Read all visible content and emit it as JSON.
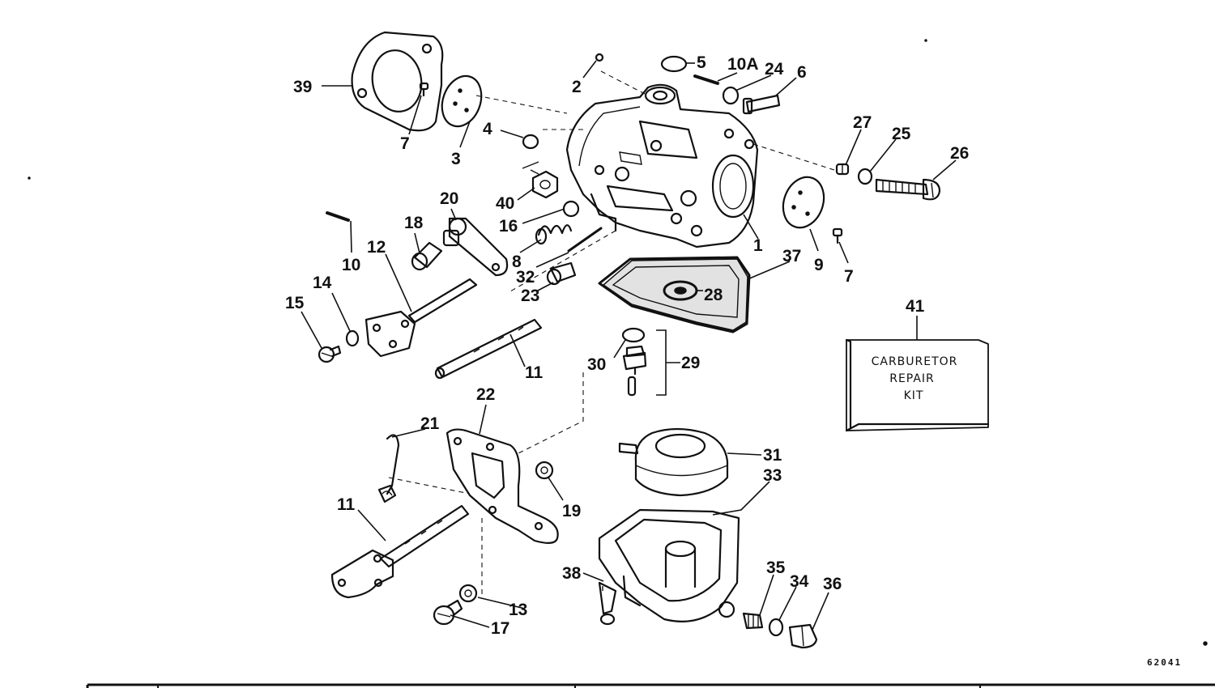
{
  "callouts": {
    "c1": "1",
    "c2": "2",
    "c3": "3",
    "c4": "4",
    "c5": "5",
    "c6": "6",
    "c7a": "7",
    "c7b": "7",
    "c8": "8",
    "c9": "9",
    "c10": "10",
    "c10a": "10A",
    "c11a": "11",
    "c11b": "11",
    "c12": "12",
    "c13": "13",
    "c14": "14",
    "c15": "15",
    "c16": "16",
    "c17": "17",
    "c18": "18",
    "c19": "19",
    "c20": "20",
    "c21": "21",
    "c22": "22",
    "c23": "23",
    "c24": "24",
    "c25": "25",
    "c26": "26",
    "c27": "27",
    "c28": "28",
    "c29": "29",
    "c30": "30",
    "c31": "31",
    "c32": "32",
    "c33": "33",
    "c34": "34",
    "c35": "35",
    "c36": "36",
    "c37": "37",
    "c38": "38",
    "c39": "39",
    "c40": "40",
    "c41": "41"
  },
  "kit": {
    "line1": "CARBURETOR",
    "line2": "REPAIR",
    "line3": "KIT"
  },
  "figure_number": "62041"
}
